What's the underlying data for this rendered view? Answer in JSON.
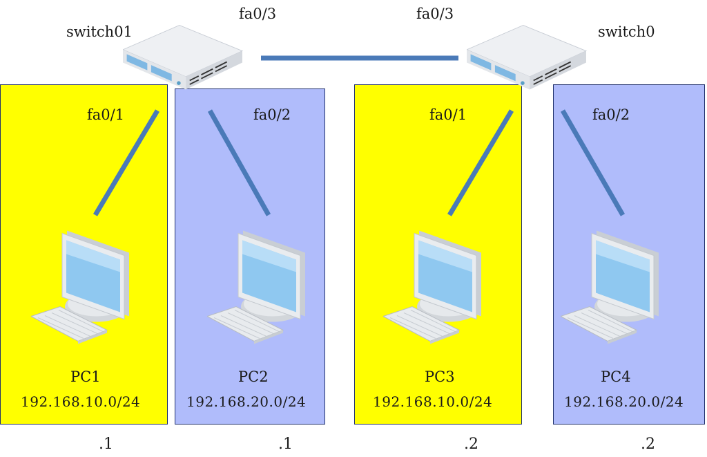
{
  "colors": {
    "vlan10": "#ffff00",
    "vlan20": "#b0bcfb",
    "link": "#4a7ab8",
    "border": "#1f2f6a"
  },
  "switches": [
    {
      "name": "switch01",
      "uplink_port": "fa0/3"
    },
    {
      "name": "switch0",
      "uplink_port": "fa0/3"
    }
  ],
  "hosts": [
    {
      "name": "PC1",
      "network": "192.168.10.0/24",
      "port": "fa0/1",
      "suffix": ".1",
      "vlan": "vlan10"
    },
    {
      "name": "PC2",
      "network": "192.168.20.0/24",
      "port": "fa0/2",
      "suffix": ".1",
      "vlan": "vlan20"
    },
    {
      "name": "PC3",
      "network": "192.168.10.0/24",
      "port": "fa0/1",
      "suffix": ".2",
      "vlan": "vlan10"
    },
    {
      "name": "PC4",
      "network": "192.168.20.0/24",
      "port": "fa0/2",
      "suffix": ".2",
      "vlan": "vlan20"
    }
  ]
}
